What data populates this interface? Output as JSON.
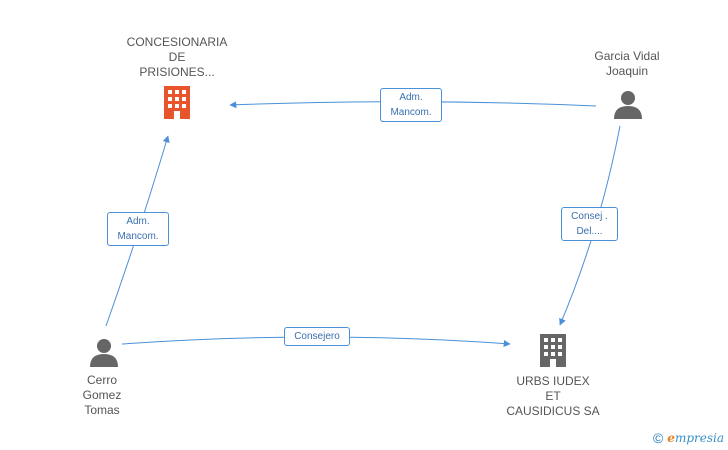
{
  "nodes": {
    "concesionaria": {
      "label": "CONCESIONARIA\nDE\nPRISIONES...",
      "type": "company",
      "color": "#e8542b"
    },
    "garcia": {
      "label": "Garcia Vidal\nJoaquin",
      "type": "person",
      "color": "#666666"
    },
    "cerro": {
      "label": "Cerro\nGomez\nTomas",
      "type": "person",
      "color": "#666666"
    },
    "urbs": {
      "label": "URBS IUDEX\nET\nCAUSIDICUS SA",
      "type": "company",
      "color": "#666666"
    }
  },
  "edges": {
    "garcia_concesionaria": {
      "label": "Adm.\nMancom."
    },
    "cerro_concesionaria": {
      "label": "Adm.\nMancom."
    },
    "garcia_urbs": {
      "label": "Consej .\nDel...."
    },
    "cerro_urbs": {
      "label": "Consejero"
    }
  },
  "colors": {
    "edge": "#4a90d9"
  },
  "footer": {
    "copyright": "©",
    "brand_initial": "e",
    "brand_rest": "mpresia"
  }
}
